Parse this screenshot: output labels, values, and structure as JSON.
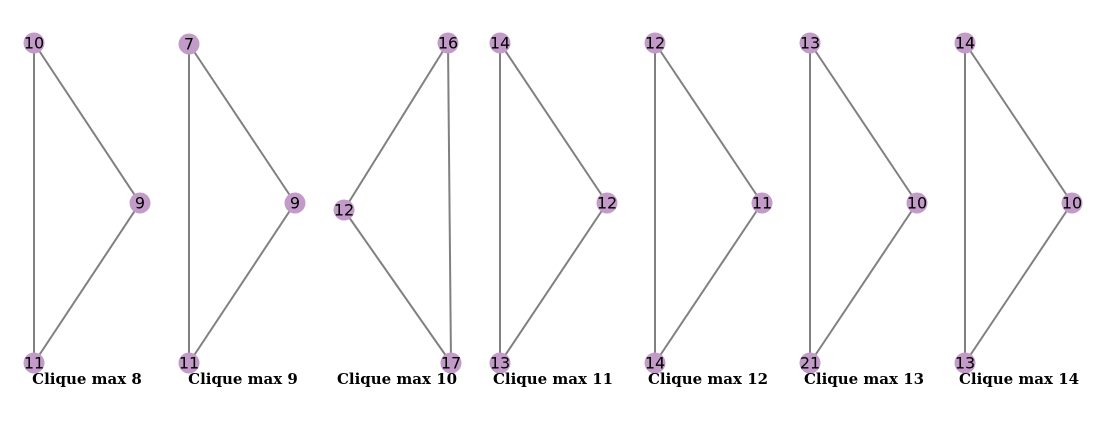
{
  "style": {
    "node_color": "#c39bc9",
    "edge_color": "#808080",
    "text_color": "#000000",
    "background": "#ffffff"
  },
  "graphs": [
    {
      "caption": "Clique max 8",
      "nodes": [
        {
          "id": "a",
          "label": "10"
        },
        {
          "id": "b",
          "label": "9"
        },
        {
          "id": "c",
          "label": "11"
        }
      ],
      "edges": [
        [
          "a",
          "b"
        ],
        [
          "b",
          "c"
        ],
        [
          "a",
          "c"
        ]
      ]
    },
    {
      "caption": "Clique max 9",
      "nodes": [
        {
          "id": "a",
          "label": "7"
        },
        {
          "id": "b",
          "label": "9"
        },
        {
          "id": "c",
          "label": "11"
        }
      ],
      "edges": [
        [
          "a",
          "b"
        ],
        [
          "b",
          "c"
        ],
        [
          "a",
          "c"
        ]
      ]
    },
    {
      "caption": "Clique max 10",
      "nodes": [
        {
          "id": "a",
          "label": "16"
        },
        {
          "id": "b",
          "label": "12"
        },
        {
          "id": "c",
          "label": "17"
        }
      ],
      "edges": [
        [
          "a",
          "b"
        ],
        [
          "b",
          "c"
        ],
        [
          "a",
          "c"
        ]
      ]
    },
    {
      "caption": "Clique max 11",
      "nodes": [
        {
          "id": "a",
          "label": "14"
        },
        {
          "id": "b",
          "label": "12"
        },
        {
          "id": "c",
          "label": "13"
        }
      ],
      "edges": [
        [
          "a",
          "b"
        ],
        [
          "b",
          "c"
        ],
        [
          "a",
          "c"
        ]
      ]
    },
    {
      "caption": "Clique max 12",
      "nodes": [
        {
          "id": "a",
          "label": "12"
        },
        {
          "id": "b",
          "label": "11"
        },
        {
          "id": "c",
          "label": "14"
        }
      ],
      "edges": [
        [
          "a",
          "b"
        ],
        [
          "b",
          "c"
        ],
        [
          "a",
          "c"
        ]
      ]
    },
    {
      "caption": "Clique max 13",
      "nodes": [
        {
          "id": "a",
          "label": "13"
        },
        {
          "id": "b",
          "label": "10"
        },
        {
          "id": "c",
          "label": "21"
        }
      ],
      "edges": [
        [
          "a",
          "b"
        ],
        [
          "b",
          "c"
        ],
        [
          "a",
          "c"
        ]
      ]
    },
    {
      "caption": "Clique max 14",
      "nodes": [
        {
          "id": "a",
          "label": "14"
        },
        {
          "id": "b",
          "label": "10"
        },
        {
          "id": "c",
          "label": "13"
        }
      ],
      "edges": [
        [
          "a",
          "b"
        ],
        [
          "b",
          "c"
        ],
        [
          "a",
          "c"
        ]
      ]
    }
  ]
}
